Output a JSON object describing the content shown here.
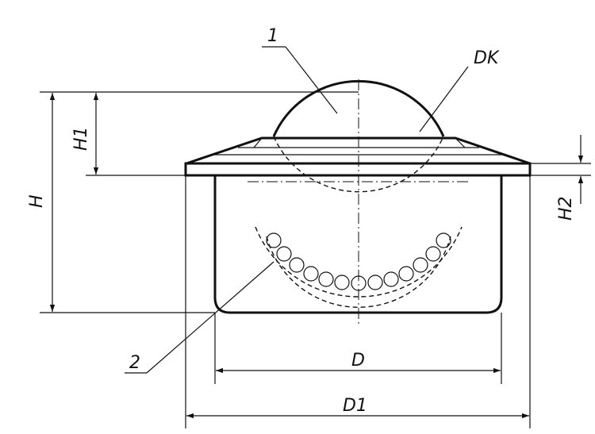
{
  "labels": {
    "part1": "1",
    "part2": "2",
    "dk": "DK",
    "h": "H",
    "h1": "H1",
    "h2": "H2",
    "d": "D",
    "d1": "D1"
  }
}
